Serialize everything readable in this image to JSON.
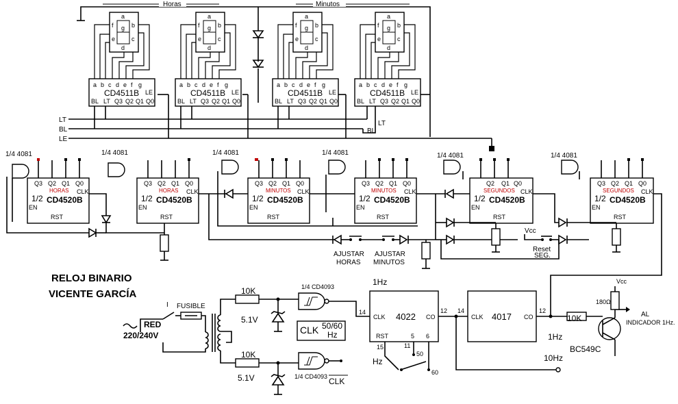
{
  "title": {
    "line1": "RELOJ BINARIO",
    "line2": "VICENTE GARCÍA"
  },
  "display_groups": {
    "hours": "Horas",
    "minutes": "Minutos"
  },
  "decoder": {
    "name": "CD4511B",
    "top_pins": [
      "a",
      "b",
      "c",
      "d",
      "e",
      "f",
      "g"
    ],
    "bottom_pins": [
      "BL",
      "LT",
      "Q3",
      "Q2",
      "Q1",
      "Q0"
    ],
    "le": "LE"
  },
  "segment_letters": [
    "a",
    "b",
    "c",
    "d",
    "e",
    "f",
    "g"
  ],
  "bus": {
    "lt": "LT",
    "bl": "BL",
    "le": "LE"
  },
  "counters": [
    {
      "and_label": "1/4 4081",
      "pins": [
        "Q3",
        "Q2",
        "Q1",
        "Q0"
      ],
      "red": "HORAS",
      "half": "1/2",
      "name": "CD4520B",
      "en": "EN",
      "rst": "RST",
      "clk": "CLK"
    },
    {
      "and_label": "1/4 4081",
      "pins": [
        "Q3",
        "Q2",
        "Q1",
        "Q0"
      ],
      "red": "HORAS",
      "half": "1/2",
      "name": "CD4520B",
      "en": "EN",
      "rst": "RST",
      "clk": "CLK"
    },
    {
      "and_label": "1/4 4081",
      "pins": [
        "Q3",
        "Q2",
        "Q1",
        "Q0"
      ],
      "red": "MINUTOS",
      "half": "1/2",
      "name": "CD4520B",
      "en": "EN",
      "rst": "RST",
      "clk": "CLK"
    },
    {
      "and_label": "1/4 4081",
      "pins": [
        "Q3",
        "Q2",
        "Q1",
        "Q0"
      ],
      "red": "MINUTOS",
      "half": "1/2",
      "name": "CD4520B",
      "en": "EN",
      "rst": "RST",
      "clk": "CLK"
    },
    {
      "and_label": "1/4 4081",
      "pins": [
        "Q2",
        "Q1",
        "Q0"
      ],
      "red": "SEGUNDOS",
      "half": "1/2",
      "name": "CD4520B",
      "en": "EN",
      "rst": "RST",
      "clk": "CLK"
    },
    {
      "and_label": "1/4 4081",
      "pins": [
        "Q3",
        "Q2",
        "Q1",
        "Q0"
      ],
      "red": "SEGUNDOS",
      "half": "1/2",
      "name": "CD4520B",
      "en": "EN",
      "rst": "RST",
      "clk": "CLK"
    }
  ],
  "buttons": {
    "adjust_hours": [
      "AJUSTAR",
      "HORAS"
    ],
    "adjust_minutes": [
      "AJUSTAR",
      "MINUTOS"
    ],
    "reset": [
      "Reset",
      "SEG."
    ],
    "vcc": "Vcc"
  },
  "power": {
    "switch": "I",
    "fuse": "FUSIBLE",
    "red": "RED",
    "voltage": "220/240V",
    "r1": "10K",
    "r2": "10K",
    "zener1": "5.1V",
    "zener2": "5.1V",
    "nand1": "1/4 CD4093",
    "nand2": "1/4 CD4093",
    "clk_box": "CLK",
    "clk_freq1": "50/60",
    "clk_freq2": "Hz",
    "clk_bar": "CLK"
  },
  "divider": {
    "name": "4022",
    "clk": "CLK",
    "co": "CO",
    "rst": "RST",
    "p14": "14",
    "p12": "12",
    "p15": "15",
    "p5": "5",
    "p6": "6",
    "p11": "11",
    "hz": "Hz",
    "s50": "50",
    "s60": "60",
    "onehz": "1Hz"
  },
  "counter2": {
    "name": "4017",
    "clk": "CLK",
    "co": "CO",
    "p14": "14",
    "p12": "12"
  },
  "outputs": {
    "onehz": "1Hz",
    "tenhz": "10Hz",
    "r_base": "10K",
    "r_led": "180Ω",
    "vcc": "Vcc",
    "transistor": "BC549C",
    "al": "AL",
    "indicator": "INDICADOR 1Hz."
  }
}
